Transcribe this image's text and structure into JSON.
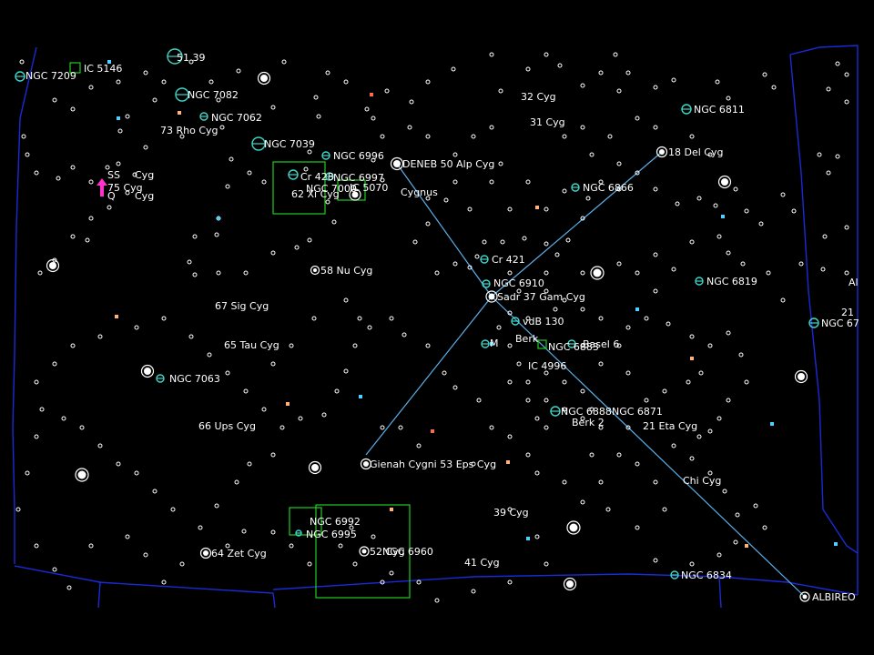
{
  "map": {
    "constellation": "Cygnus",
    "colors": {
      "background": "#000000",
      "boundary": "#1a2bd6",
      "stick_figure": "#5aaee8",
      "frame": "#22cc22",
      "label": "#ffffff",
      "cluster": "#3fd6c8",
      "star_orange": "#ffb37a",
      "star_red": "#ff6a4a",
      "star_blue": "#4fd0ff",
      "pointer": "#ff33cc"
    },
    "labels": [
      "NGC 7209",
      "IC 5146",
      "51 39",
      "NGC 7082",
      "NGC 7062",
      "73 Rho Cyg",
      "NGC 7039",
      "NGC 6996",
      "Cr 428",
      "NGC 6997",
      "NGC 7000",
      "IC 5070",
      "62 Xi Cyg",
      "SS",
      "Cyg",
      "75 Cyg",
      "Q",
      "Cyg",
      "32 Cyg",
      "31 Cyg",
      "NGC 6811",
      "18 Del Cyg",
      "DENEB 50 Alp Cyg",
      "Cygnus",
      "NGC 6866",
      "Cr 421",
      "NGC 6910",
      "Sadr 37 Gam Cyg",
      "NGC 6819",
      "58 Nu Cyg",
      "67 Sig Cyg",
      "65 Tau Cyg",
      "NGC 7063",
      "66 Ups Cyg",
      "vdB 130",
      "Berk",
      "M",
      "NGC 6883",
      "Basel 6",
      "IC 4996",
      "NGC 6888",
      "NGC 6871",
      "Berk 2",
      "21 Eta Cyg",
      "Gienah Cygni 53 Eps Cyg",
      "Chi Cyg",
      "NGC 6992",
      "NGC 6995",
      "39 Cyg",
      "64 Zet Cyg",
      "52 Cyg",
      "NGC 6960",
      "41 Cyg",
      "NGC 6834",
      "ALBIREO",
      "21",
      "NGC 67",
      "Al"
    ]
  }
}
